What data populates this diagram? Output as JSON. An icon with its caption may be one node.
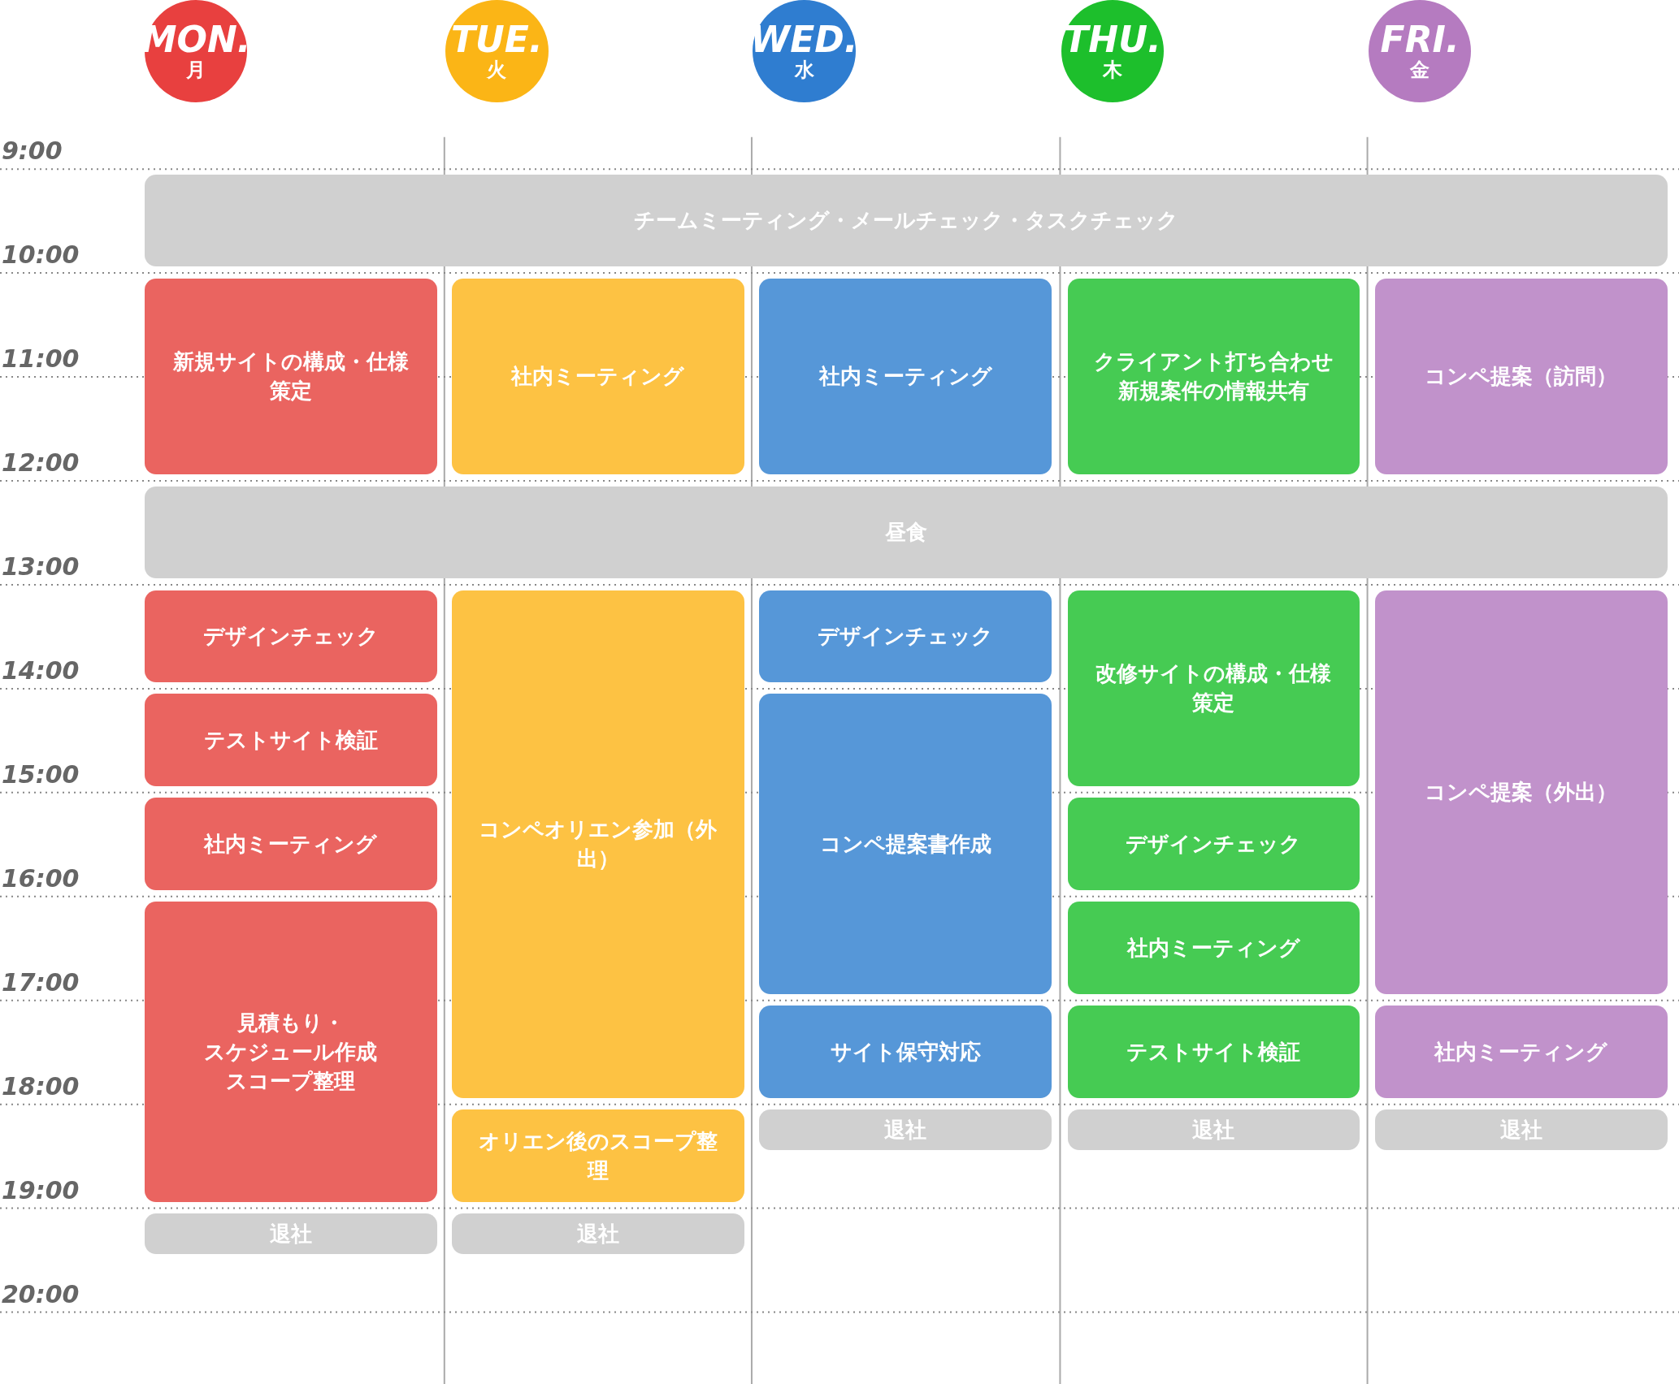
{
  "diagram": {
    "nodes": [
      {
        "text": [
          "MON.",
          "月"
        ]
      },
      {
        "text": [
          "TUE.",
          "火"
        ]
      },
      {
        "text": [
          "WED.",
          "水"
        ]
      },
      {
        "text": [
          "THU.",
          "木"
        ]
      },
      {
        "text": [
          "FRI.",
          "金"
        ]
      },
      {
        "text": [
          "チームミーティング・メールチェック・タスクチェック"
        ]
      },
      {
        "text": [
          "新規サイトの構成・仕様策定"
        ]
      },
      {
        "text": [
          "社内ミーティング"
        ]
      },
      {
        "text": [
          "社内ミーティング"
        ]
      },
      {
        "text": [
          "クライアント打ち合わせ",
          "新規案件の情報共有"
        ]
      },
      {
        "text": [
          "コンペ提案（訪問）"
        ]
      },
      {
        "text": [
          "昼食"
        ]
      },
      {
        "text": [
          "デザインチェック"
        ]
      },
      {
        "text": [
          "テストサイト検証"
        ]
      },
      {
        "text": [
          "社内ミーティング"
        ]
      },
      {
        "text": [
          "見積もり・",
          "スケジュール作成",
          "スコープ整理"
        ]
      },
      {
        "text": [
          "退社"
        ]
      },
      {
        "text": [
          "コンペオリエン参加（外出）"
        ]
      },
      {
        "text": [
          "オリエン後のスコープ整理"
        ]
      },
      {
        "text": [
          "退社"
        ]
      },
      {
        "text": [
          "デザインチェック"
        ]
      },
      {
        "text": [
          "コンペ提案書作成"
        ]
      },
      {
        "text": [
          "サイト保守対応"
        ]
      },
      {
        "text": [
          "退社"
        ]
      },
      {
        "text": [
          "改修サイトの構成・仕様策定"
        ]
      },
      {
        "text": [
          "デザインチェック"
        ]
      },
      {
        "text": [
          "社内ミーティング"
        ]
      },
      {
        "text": [
          "テストサイト検証"
        ]
      },
      {
        "text": [
          "退社"
        ]
      },
      {
        "text": [
          "コンペ提案（外出）"
        ]
      },
      {
        "text": [
          "社内ミーティング"
        ]
      },
      {
        "text": [
          "退社"
        ]
      }
    ],
    "edges": [],
    "labels": [
      "9:00",
      "10:00",
      "11:00",
      "12:00",
      "13:00",
      "14:00",
      "15:00",
      "16:00",
      "17:00",
      "18:00",
      "19:00",
      "20:00"
    ]
  }
}
